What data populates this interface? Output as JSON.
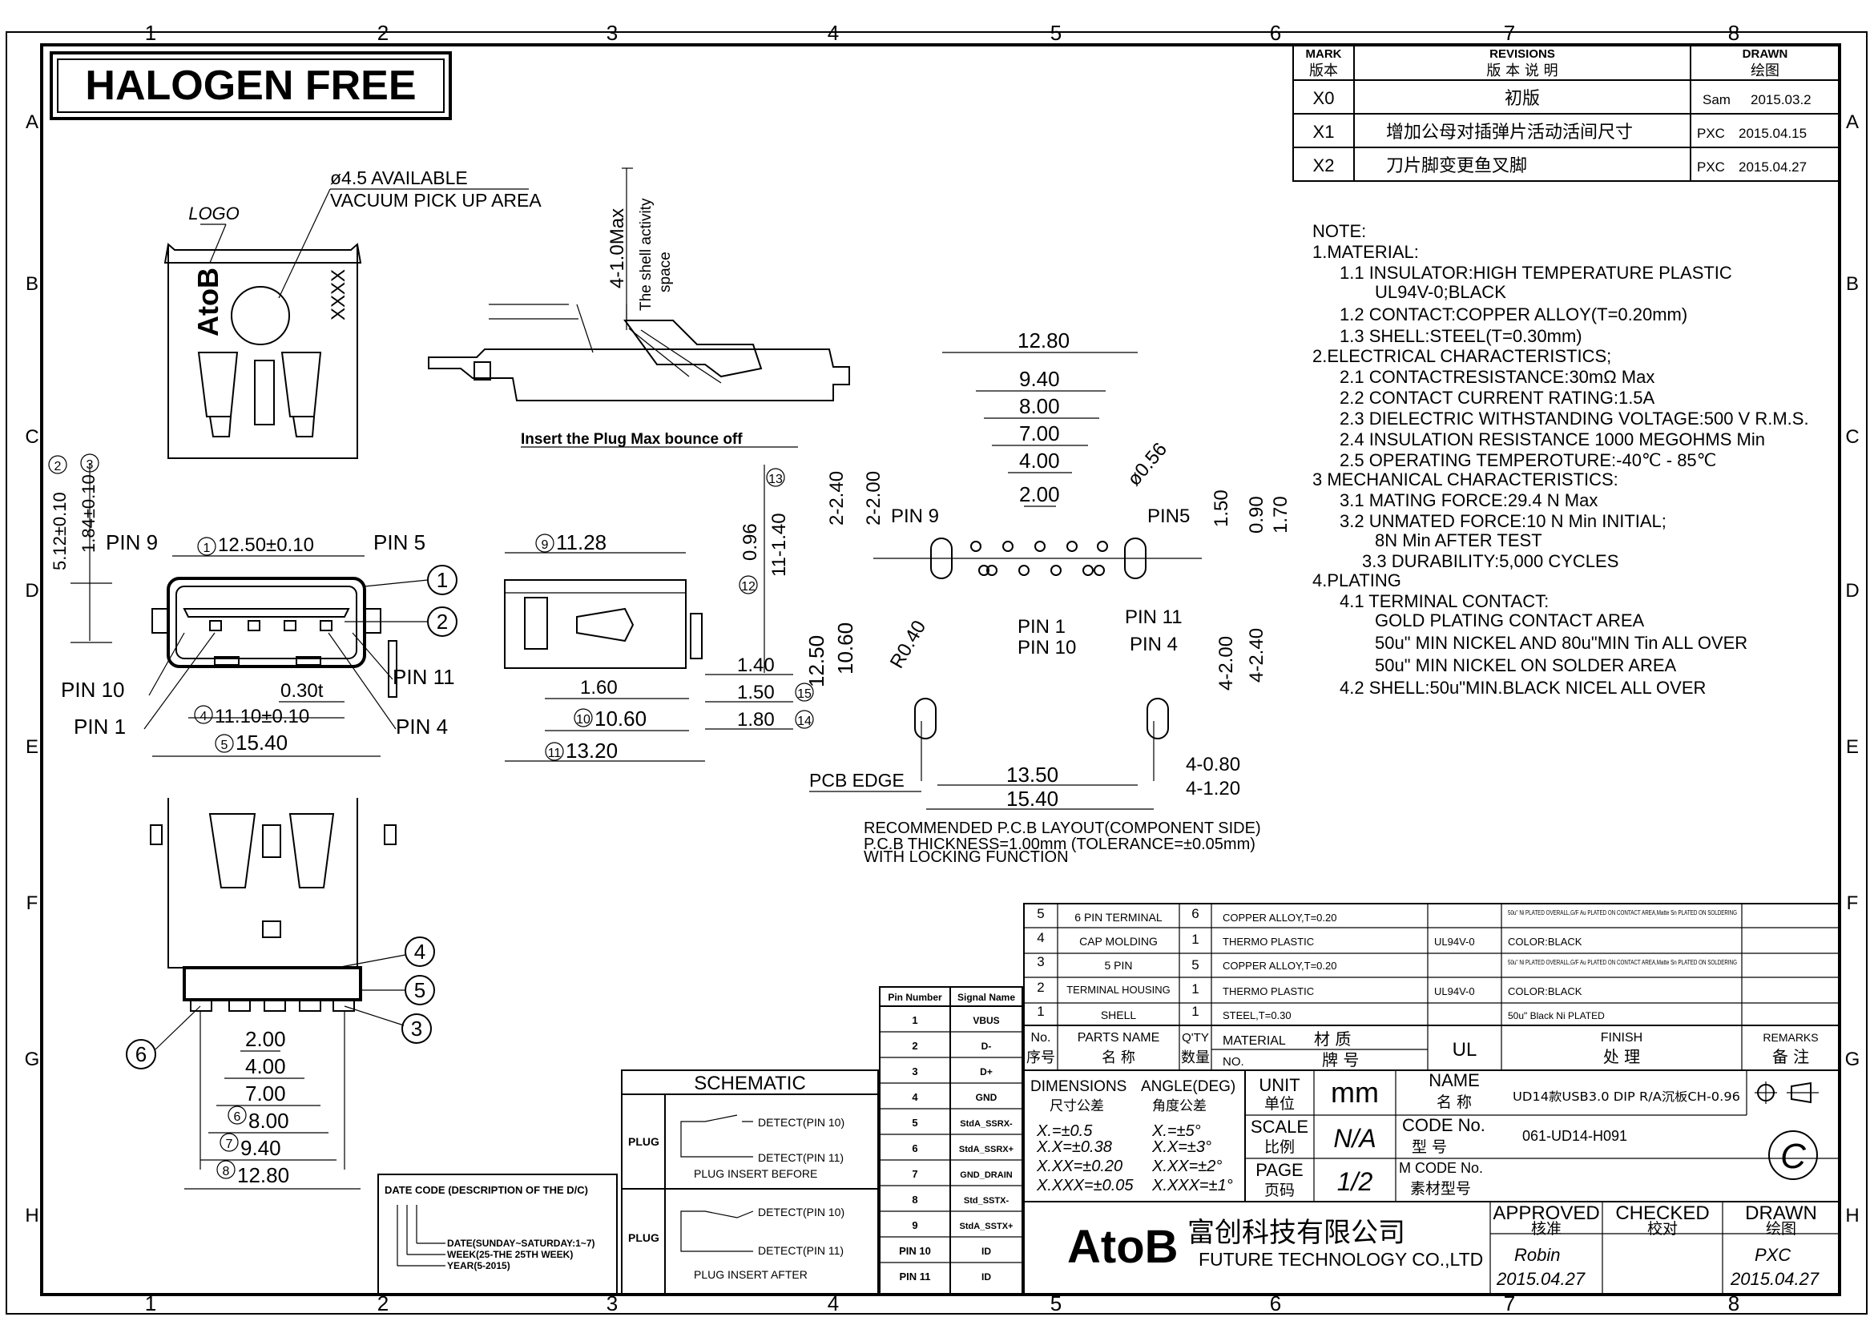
{
  "banner": "HALOGEN FREE",
  "grid": {
    "cols": [
      "1",
      "2",
      "3",
      "4",
      "5",
      "6",
      "7",
      "8"
    ],
    "rows": [
      "A",
      "B",
      "C",
      "D",
      "E",
      "F",
      "G",
      "H"
    ]
  },
  "revisions": {
    "h_mark": "MARK",
    "h_mark_cn": "版本",
    "h_rev": "REVISIONS",
    "h_rev_cn": "版  本  说  明",
    "h_drawn": "DRAWN",
    "h_drawn_cn": "绘图",
    "rows": [
      {
        "mark": "X0",
        "desc": "初版",
        "who": "Sam",
        "date": "2015.03.2"
      },
      {
        "mark": "X1",
        "desc": "增加公母对插弹片活动活间尺寸",
        "who": "PXC",
        "date": "2015.04.15"
      },
      {
        "mark": "X2",
        "desc": "刀片脚变更鱼叉脚",
        "who": "PXC",
        "date": "2015.04.27"
      }
    ]
  },
  "notes": [
    "NOTE:",
    "1.MATERIAL:",
    "  1.1  INSULATOR:HIGH  TEMPERATURE  PLASTIC",
    "       UL94V-0;BLACK",
    "  1.2  CONTACT:COPPER  ALLOY(T=0.20mm)",
    "  1.3  SHELL:STEEL(T=0.30mm)",
    "2.ELECTRICAL  CHARACTERISTICS;",
    "  2.1  CONTACTRESISTANCE:30mΩ  Max",
    "  2.2  CONTACT  CURRENT  RATING:1.5A",
    "  2.3  DIELECTRIC  WITHSTANDING  VOLTAGE:500  V  R.M.S.",
    "  2.4  INSULATION  RESISTANCE  1000  MEGOHMS  Min",
    "  2.5  OPERATING  TEMPEROTURE:-40℃  -  85℃",
    "3  MECHANICAL  CHARACTERISTICS:",
    "  3.1  MATING  FORCE:29.4  N  Max",
    "  3.2  UNMATED  FORCE:10  N  Min  INITIAL;",
    "       8N  Min  AFTER  TEST",
    "    3.3  DURABILITY:5,000  CYCLES",
    "4.PLATING",
    "  4.1  TERMINAL  CONTACT:",
    "       GOLD  PLATING  CONTACT  AREA",
    "       50u\"  MIN  NICKEL  AND  80u\"MIN  Tin  ALL  OVER",
    "       50u\"  MIN  NICKEL  ON  SOLDER  AREA",
    "  4.2  SHELL:50u\"MIN.BLACK  NICEL  ALL  OVER"
  ],
  "top_view": {
    "logo": "LOGO",
    "brand": "AtoB",
    "xxxx": "XXXX",
    "vac1": "ø4.5  AVAILABLE",
    "vac2": "VACUUM  PICK  UP  AREA"
  },
  "side_view": {
    "dim": "4-1.0Max",
    "note1": "The  shell  activity",
    "note2": "space",
    "caption": "Insert  the  Plug  Max  bounce  off"
  },
  "front_view": {
    "pin9": "PIN  9",
    "pin5": "PIN  5",
    "pin10": "PIN  10",
    "pin11": "PIN  11",
    "pin1": "PIN  1",
    "pin4": "PIN  4",
    "d1": "12.50±0.10",
    "d4": "11.10±0.10",
    "d5": "15.40",
    "t": "0.30t",
    "v2": "5.12±0.10",
    "v3": "1.84±0.10",
    "c2": "2",
    "c3": "3",
    "c1": "1",
    "c2b": "2",
    "c_1": "1",
    "c_4": "4",
    "c_5": "5"
  },
  "side2_view": {
    "d9": "11.28",
    "d1p": "1.60",
    "d10": "10.60",
    "d11": "13.20",
    "d14": "1.80",
    "d15": "1.50",
    "d140": "1.40",
    "d12": "0.96",
    "d13": "11-1.40",
    "c9": "9",
    "c10": "10",
    "c11": "11",
    "c12": "12",
    "c13": "13",
    "c14": "14",
    "c15": "15"
  },
  "pcb_layout": {
    "d1280": "12.80",
    "d940": "9.40",
    "d800": "8.00",
    "d700": "7.00",
    "d400": "4.00",
    "d200": "2.00",
    "d056": "ø0.56",
    "d150": "1.50",
    "d090": "0.90",
    "d170": "1.70",
    "d2240": "2-2.40",
    "d2200": "2-2.00",
    "pin9": "PIN  9",
    "pin5": "PIN5",
    "pin1": "PIN  1",
    "pin10": "PIN  10",
    "pin11": "PIN  11",
    "pin4": "PIN  4",
    "r040": "R0.40",
    "d1250": "12.50",
    "d1060": "10.60",
    "d4200": "4-2.00",
    "d4240": "4-2.40",
    "d1350": "13.50",
    "d1540": "15.40",
    "d4080": "4-0.80",
    "d4120": "4-1.20",
    "pcb_edge": "PCB  EDGE",
    "cap1": "RECOMMENDED  P.C.B  LAYOUT(COMPONENT  SIDE)",
    "cap2": "P.C.B  THICKNESS=1.00mm  (TOLERANCE=±0.05mm)",
    "cap3": "WITH  LOCKING  FUNCTION"
  },
  "bottom_view": {
    "d200": "2.00",
    "d400": "4.00",
    "d700": "7.00",
    "d800": "8.00",
    "d940": "9.40",
    "d1280": "12.80",
    "c4": "4",
    "c5": "5",
    "c3": "3",
    "c6": "6",
    "c6b": "6",
    "c7": "7",
    "c8": "8"
  },
  "date_code": {
    "title": "DATE CODE (DESCRIPTION OF THE D/C)",
    "l1": "DATE(SUNDAY~SATURDAY:1~7)",
    "l2": "WEEK(25-THE 25TH WEEK)",
    "l3": "YEAR(5-2015)"
  },
  "schematic": {
    "title": "SCHEMATIC",
    "plug": "PLUG",
    "det10": "DETECT(PIN 10)",
    "det11": "DETECT(PIN 11)",
    "before": "PLUG INSERT BEFORE",
    "after": "PLUG INSERT AFTER"
  },
  "pin_table": {
    "h1": "Pin Number",
    "h2": "Signal Name",
    "rows": [
      [
        "1",
        "VBUS"
      ],
      [
        "2",
        "D-"
      ],
      [
        "3",
        "D+"
      ],
      [
        "4",
        "GND"
      ],
      [
        "5",
        "StdA_SSRX-"
      ],
      [
        "6",
        "StdA_SSRX+"
      ],
      [
        "7",
        "GND_DRAIN"
      ],
      [
        "8",
        "Std_SSTX-"
      ],
      [
        "9",
        "StdA_SSTX+"
      ],
      [
        "PIN 10",
        "ID"
      ],
      [
        "PIN 11",
        "ID"
      ]
    ]
  },
  "bom": {
    "rows": [
      {
        "no": "5",
        "name": "6 PIN TERMINAL",
        "qty": "6",
        "mat": "COPPER ALLOY,T=0.20",
        "ul": "",
        "fin": "50u\" Ni PLATED OVERALL,G/F Au PLATED ON CONTACT AREA,Matte Sn PLATED ON SOLDERING"
      },
      {
        "no": "4",
        "name": "CAP MOLDING",
        "qty": "1",
        "mat": "THERMO PLASTIC",
        "ul": "UL94V-0",
        "fin": "COLOR:BLACK"
      },
      {
        "no": "3",
        "name": "5 PIN",
        "qty": "5",
        "mat": "COPPER ALLOY,T=0.20",
        "ul": "",
        "fin": "50u\" Ni PLATED OVERALL,G/F Au PLATED ON CONTACT AREA,Matte Sn PLATED ON SOLDERING"
      },
      {
        "no": "2",
        "name": "TERMINAL HOUSING",
        "qty": "1",
        "mat": "THERMO PLASTIC",
        "ul": "UL94V-0",
        "fin": "COLOR:BLACK"
      },
      {
        "no": "1",
        "name": "SHELL",
        "qty": "1",
        "mat": "STEEL,T=0.30",
        "ul": "",
        "fin": "50u\" Black Ni PLATED"
      }
    ],
    "h_no": "No.",
    "h_no_cn": "序号",
    "h_name": "PARTS NAME",
    "h_name_cn": "名  称",
    "h_qty": "Q'TY",
    "h_qty_cn": "数量",
    "h_mat": "MATERIAL",
    "h_mat_cn": "材  质",
    "h_ul": "UL",
    "h_no2": "NO.",
    "h_brand": "牌  号",
    "h_fin": "FINISH",
    "h_fin_cn": "处  理",
    "h_rem": "REMARKS",
    "h_rem_cn": "备  注"
  },
  "title_block": {
    "dim": "DIMENSIONS",
    "dim_cn": "尺寸公差",
    "ang": "ANGLE(DEG)",
    "ang_cn": "角度公差",
    "t1": "X.=±0.5",
    "t2": "X.X=±0.38",
    "t3": "X.XX=±0.20",
    "t4": "X.XXX=±0.05",
    "a1": "X.=±5°",
    "a2": "X.X=±3°",
    "a3": "X.XX=±2°",
    "a4": "X.XXX=±1°",
    "unit": "UNIT",
    "unit_cn": "单位",
    "unit_v": "mm",
    "scale": "SCALE",
    "scale_cn": "比例",
    "scale_v": "N/A",
    "page": "PAGE",
    "page_cn": "页码",
    "page_v": "1/2",
    "name": "NAME",
    "name_cn": "名    称",
    "name_v": "UD14款USB3.0 DIP R/A沉板CH-0.96",
    "code": "CODE  No.",
    "code_cn": "型    号",
    "code_v": "061-UD14-H091",
    "mcode": "M CODE  No.",
    "mcode_cn": "素材型号",
    "company_logo": "AtoB",
    "company_cn": "富创科技有限公司",
    "company_en": "FUTURE  TECHNOLOGY  CO.,LTD",
    "appr": "APPROVED",
    "appr_cn": "核准",
    "chk": "CHECKED",
    "chk_cn": "校对",
    "drawn": "DRAWN",
    "drawn_cn": "绘图",
    "appr_by": "Robin",
    "appr_date": "2015.04.27",
    "drawn_by": "PXC",
    "drawn_date": "2015.04.27",
    "cmark": "C"
  }
}
